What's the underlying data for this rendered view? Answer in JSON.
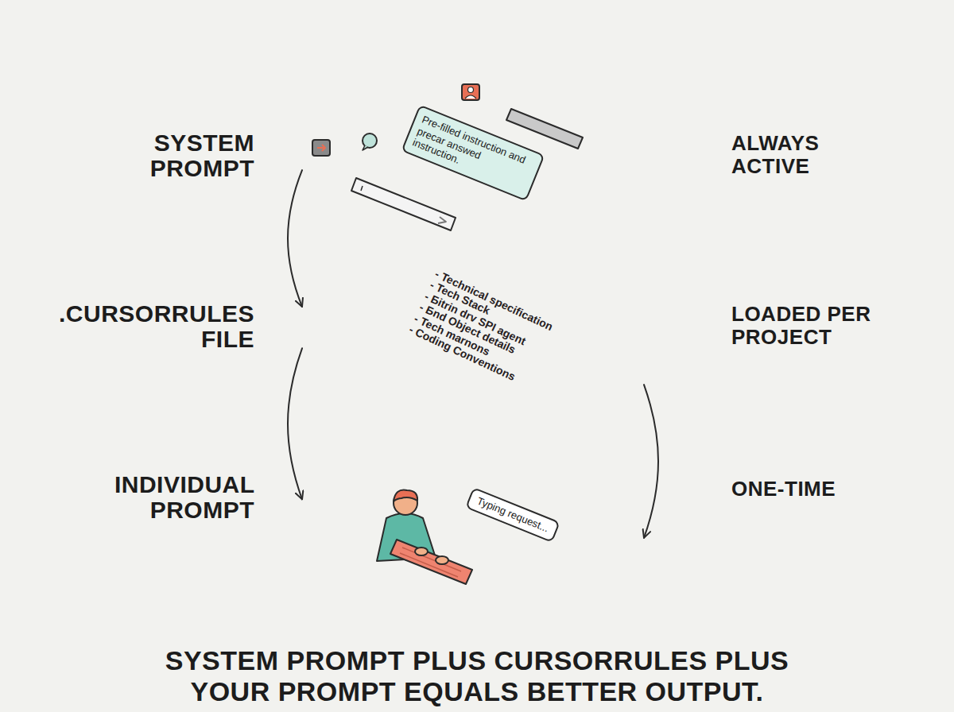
{
  "diagram": {
    "caption": "SYSTEM PROMPT PLUS CURSORRULES PLUS YOUR PROMPT EQUALS BETTER OUTPUT.",
    "nodes": [
      {
        "text": [
          "SYSTEM PROMPT",
          "ALWAYS ACTIVE"
        ]
      },
      {
        "text": [
          "Pre-filled instruction and precar answed instruction."
        ],
        "in": 0
      },
      {
        "text": [
          ".CURSORRULES FILE",
          "- Technical specification",
          "- Tech Stack",
          "- Бitrin drv SPI agent",
          "- Бnd Object details",
          "- Tech marnons",
          "- Coding Conventions",
          "LOADED PER PROJECT"
        ]
      },
      {
        "text": [
          "INDIVIDUAL PROMPT",
          "ONE-TIME"
        ]
      },
      {
        "text": [
          "Typing request..."
        ],
        "in": 3
      }
    ],
    "edges": [
      {
        "from": 0,
        "to": 2,
        "arrow": "to"
      },
      {
        "from": 2,
        "to": 3,
        "arrow": "to"
      },
      {
        "from": 2,
        "to": 3,
        "arrow": "to"
      }
    ]
  }
}
